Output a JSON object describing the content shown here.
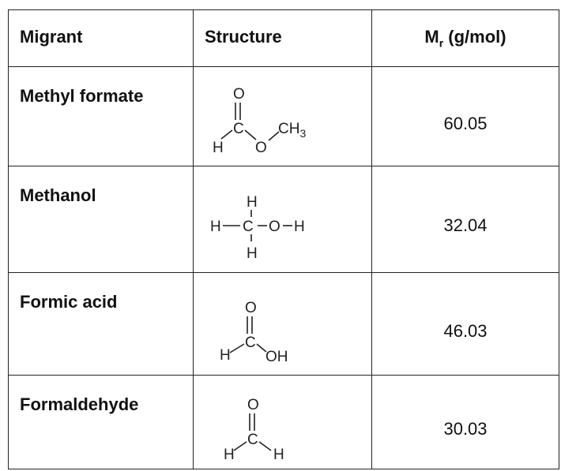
{
  "table": {
    "headers": {
      "migrant": "Migrant",
      "structure": "Structure",
      "mr_main": "M",
      "mr_sub": "r",
      "mr_unit": " (g/mol)"
    },
    "rows": [
      {
        "name": "Methyl formate",
        "mr": "60.05",
        "atoms": {
          "o": "O",
          "c": "C",
          "h": "H",
          "o2": "O",
          "ch": "CH",
          "sub3": "3"
        }
      },
      {
        "name": "Methanol",
        "mr": "32.04",
        "atoms": {
          "h_top": "H",
          "h_left": "H",
          "c": "C",
          "o": "O",
          "h_right": "H",
          "h_bottom": "H"
        }
      },
      {
        "name": "Formic acid",
        "mr": "46.03",
        "atoms": {
          "o": "O",
          "c": "C",
          "h": "H",
          "oh": "OH"
        }
      },
      {
        "name": "Formaldehyde",
        "mr": "30.03",
        "atoms": {
          "o": "O",
          "c": "C",
          "h_left": "H",
          "h_right": "H"
        }
      }
    ]
  }
}
